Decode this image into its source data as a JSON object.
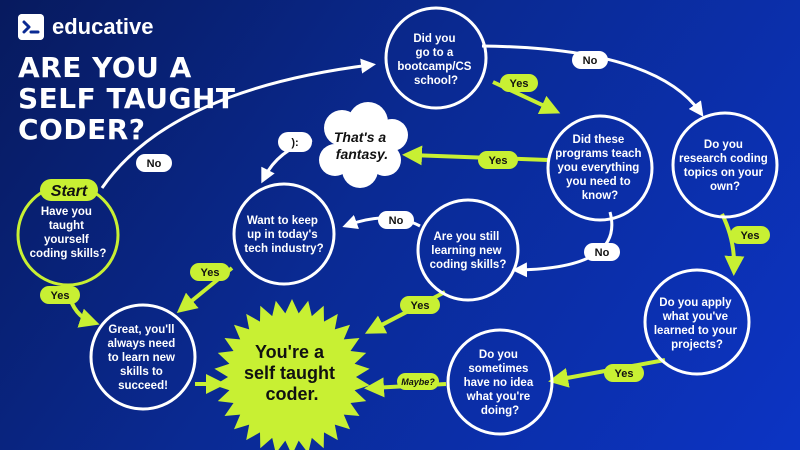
{
  "brand": {
    "name": "educative",
    "title": "Are you a self taught coder?",
    "accent": "#c8f033",
    "node_border": "#ffffff",
    "background_start": "#071a5e",
    "background_end": "#0c34c4"
  },
  "nodes": {
    "start_label": "Start",
    "taught_yourself": [
      "Have you",
      "taught",
      "yourself",
      "coding skills?"
    ],
    "bootcamp": [
      "Did you",
      "go to a",
      "bootcamp/CS",
      "school?"
    ],
    "programs_teach": [
      "Did these",
      "programs teach",
      "you everything",
      "you need to",
      "know?"
    ],
    "research": [
      "Do you",
      "research coding",
      "topics on your",
      "own?"
    ],
    "apply": [
      "Do you apply",
      "what you've",
      "learned to your",
      "projects?"
    ],
    "sometimes_no_idea": [
      "Do you",
      "sometimes",
      "have no idea",
      "what you're",
      "doing?"
    ],
    "still_learning": [
      "Are you still",
      "learning new",
      "coding skills?"
    ],
    "keep_up": [
      "Want to keep",
      "up in today's",
      "tech industry?"
    ],
    "great": [
      "Great, you'll",
      "always need",
      "to learn new",
      "skills to",
      "succeed!"
    ],
    "fantasy": [
      "That's a",
      "fantasy."
    ],
    "sad_face": "):",
    "goal": [
      "You're a",
      "self taught",
      "coder."
    ]
  },
  "labels": {
    "no": "No",
    "yes": "Yes",
    "maybe": "Maybe?"
  }
}
